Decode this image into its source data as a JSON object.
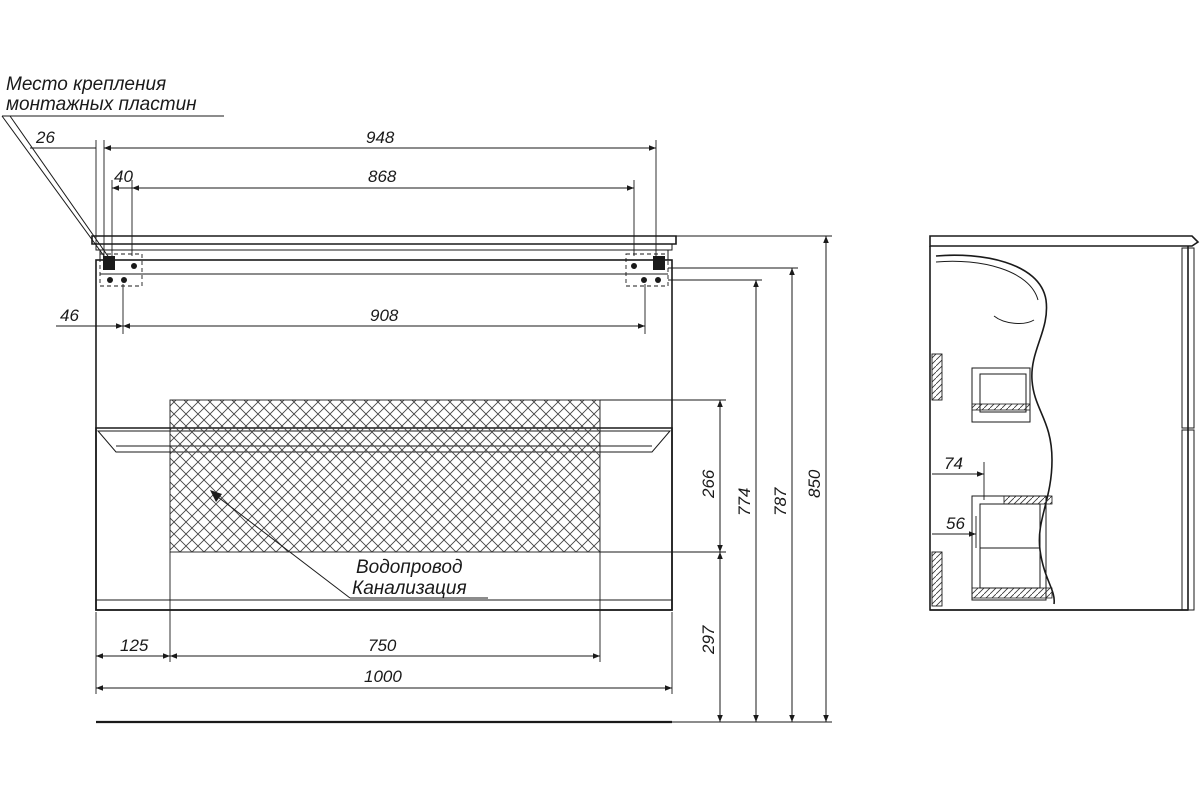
{
  "notes": {
    "mounting_line1": "Место крепления",
    "mounting_line2": "монтажных пластин",
    "utilities_line1": "Водопровод",
    "utilities_line2": "Канализация"
  },
  "dims": {
    "d26": "26",
    "d948": "948",
    "d40": "40",
    "d868": "868",
    "d46": "46",
    "d908": "908",
    "d125": "125",
    "d750": "750",
    "d1000": "1000",
    "d266": "266",
    "d297": "297",
    "d774": "774",
    "d787": "787",
    "d850": "850",
    "d74": "74",
    "d56": "56"
  }
}
